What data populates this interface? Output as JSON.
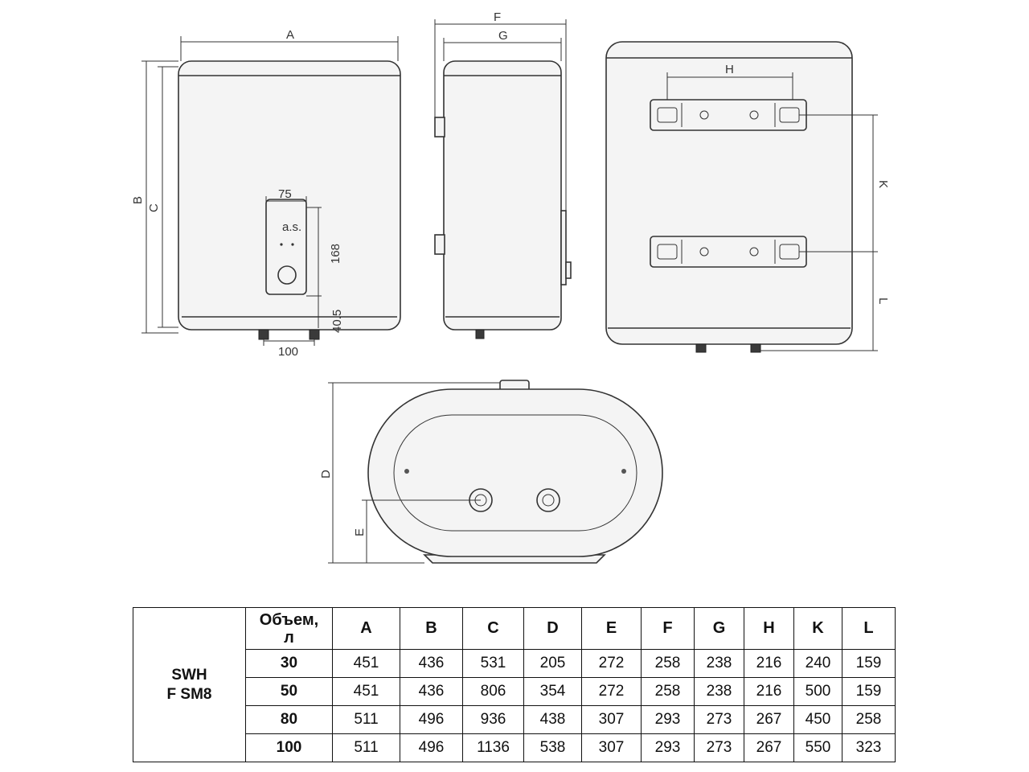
{
  "dimension_labels": {
    "A": "A",
    "B": "B",
    "C": "C",
    "F": "F",
    "G": "G",
    "H": "H",
    "K": "K",
    "L": "L",
    "D": "D",
    "E": "E",
    "panel_width": "75",
    "panel_height": "168",
    "panel_offset": "40.5",
    "pipe_spacing": "100"
  },
  "panel_label": "a.s.",
  "table": {
    "model_line1": "SWH",
    "model_line2": "F SM8",
    "volume_header_line1": "Объем,",
    "volume_header_line2": "л",
    "columns": [
      "A",
      "B",
      "C",
      "D",
      "E",
      "F",
      "G",
      "H",
      "K",
      "L"
    ],
    "rows": [
      {
        "volume": "30",
        "values": [
          "451",
          "436",
          "531",
          "205",
          "272",
          "258",
          "238",
          "216",
          "240",
          "159"
        ]
      },
      {
        "volume": "50",
        "values": [
          "451",
          "436",
          "806",
          "354",
          "272",
          "258",
          "238",
          "216",
          "500",
          "159"
        ]
      },
      {
        "volume": "80",
        "values": [
          "511",
          "496",
          "936",
          "438",
          "307",
          "293",
          "273",
          "267",
          "450",
          "258"
        ]
      },
      {
        "volume": "100",
        "values": [
          "511",
          "496",
          "1136",
          "538",
          "307",
          "293",
          "273",
          "267",
          "550",
          "323"
        ]
      }
    ]
  }
}
